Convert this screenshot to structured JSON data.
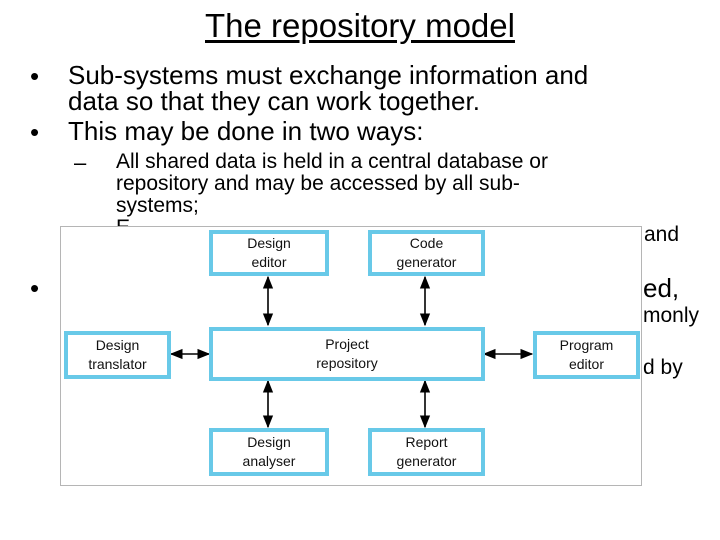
{
  "title": "The repository model",
  "bullets": {
    "b1_line1": "Sub-systems must exchange information and",
    "b1_line2": "data so that they can work together.",
    "b2": "This may be done in two ways:",
    "sub1_line1": "All shared data is held in a central database or",
    "sub1_line2": "repository and may be accessed by all sub-",
    "sub1_line3": "systems;",
    "sub2_visible": "E",
    "sub2_tail": "and",
    "b3_tail": "ed,",
    "b3_line2_tail": "monly",
    "b3_line3_tail": "d by"
  },
  "diagram": {
    "nodes": {
      "design_editor": "Design\neditor",
      "code_generator": "Code\ngenerator",
      "design_translator": "Design\ntranslator",
      "project_repository": "Project\nrepository",
      "program_editor": "Program\neditor",
      "design_analyser": "Design\nanalyser",
      "report_generator": "Report\ngenerator"
    },
    "colors": {
      "box_border": "#68c9e8",
      "arrow": "#000000"
    }
  }
}
